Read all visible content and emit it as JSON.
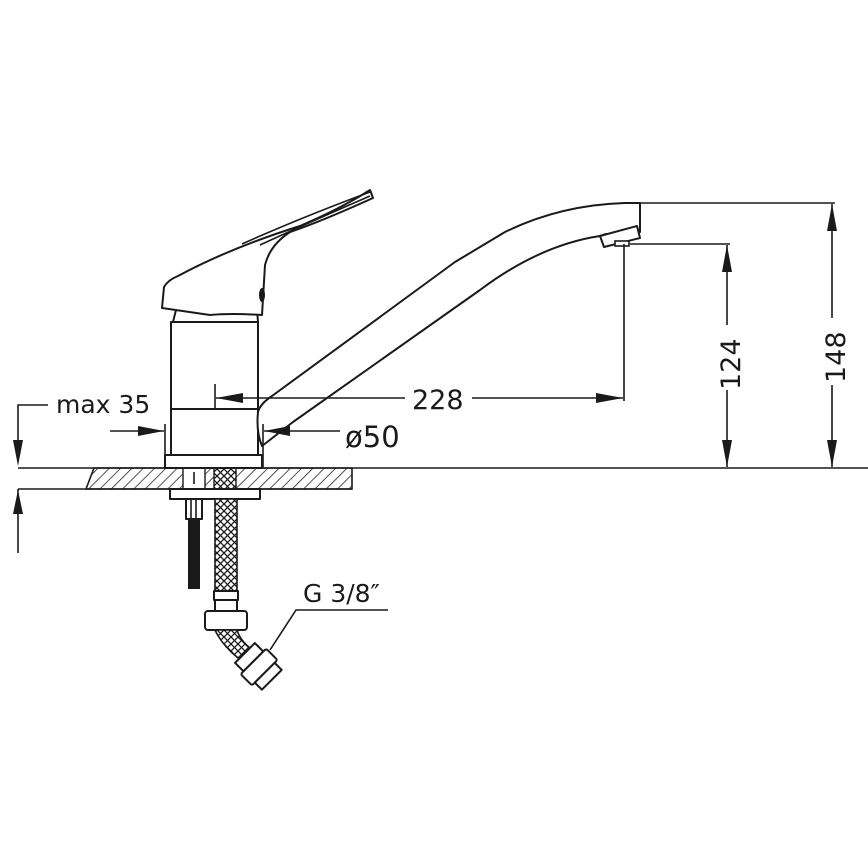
{
  "drawing": {
    "subject": "Single-lever kitchen sink mixer tap — side elevation technical drawing",
    "units": "mm",
    "line_color": "#1a1a1a",
    "background": "#ffffff"
  },
  "dimensions": {
    "max_thickness": {
      "label": "max 35",
      "description": "maximum countertop thickness"
    },
    "spout_reach": {
      "label": "228",
      "description": "horizontal reach from body axis to aerator"
    },
    "base_diameter": {
      "label": "ø50",
      "description": "body base diameter"
    },
    "outlet_height": {
      "label": "124",
      "description": "height from countertop to aerator outlet"
    },
    "total_height": {
      "label": "148",
      "description": "overall height from countertop to top of spout"
    },
    "connection_thread": {
      "label": "G 3/8″",
      "description": "flexible hose connection thread"
    }
  },
  "parts": [
    {
      "name": "lever-handle"
    },
    {
      "name": "mixer-body"
    },
    {
      "name": "swivel-spout"
    },
    {
      "name": "aerator"
    },
    {
      "name": "countertop-section"
    },
    {
      "name": "mounting-stud"
    },
    {
      "name": "flexible-hose"
    },
    {
      "name": "hose-nut-fitting"
    }
  ]
}
